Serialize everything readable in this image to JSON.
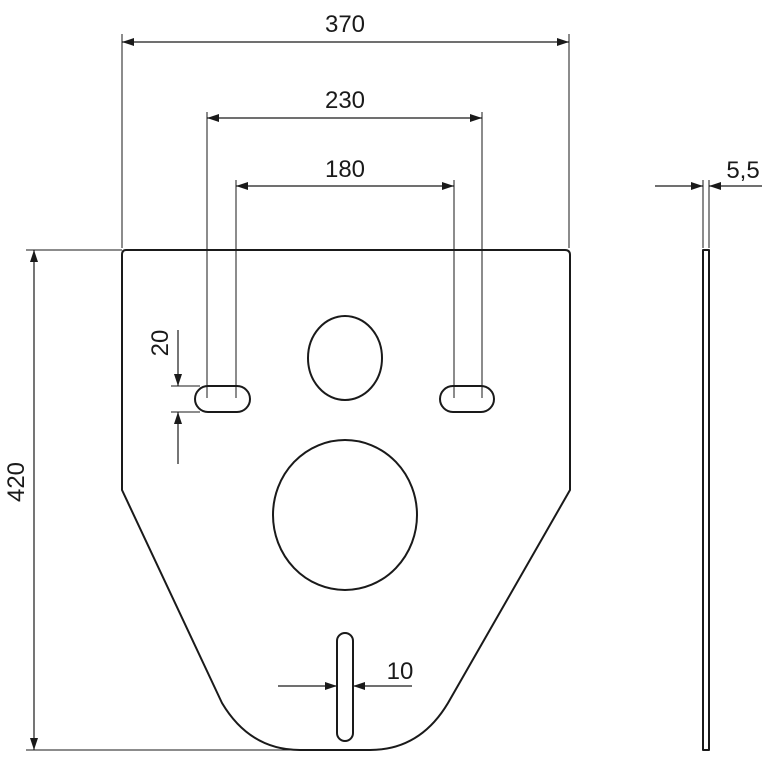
{
  "drawing": {
    "dimensions": {
      "overall_width": "370",
      "outer_slot_spacing": "230",
      "inner_slot_spacing": "180",
      "slot_height": "20",
      "overall_height": "420",
      "bottom_slot_width": "10",
      "thickness": "5,5"
    }
  }
}
